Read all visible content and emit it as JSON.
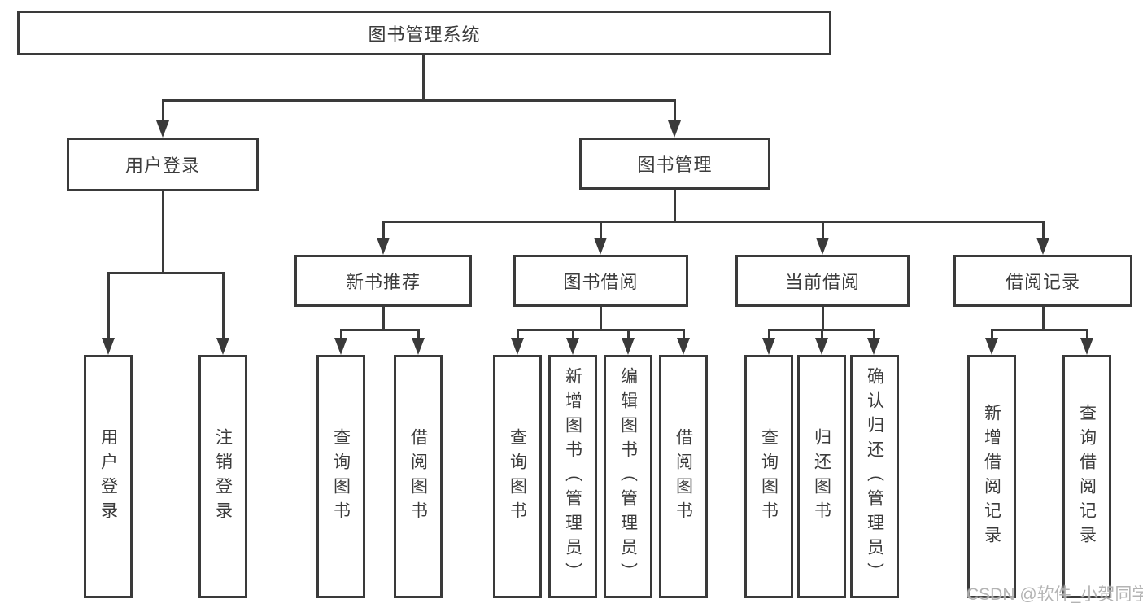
{
  "diagram": {
    "root": {
      "label": "图书管理系统"
    },
    "level2": [
      {
        "id": "user-login",
        "label": "用户登录"
      },
      {
        "id": "book-management",
        "label": "图书管理"
      }
    ],
    "level3": [
      {
        "id": "new-book-recommend",
        "label": "新书推荐"
      },
      {
        "id": "book-borrow",
        "label": "图书借阅"
      },
      {
        "id": "current-borrow",
        "label": "当前借阅"
      },
      {
        "id": "borrow-record",
        "label": "借阅记录"
      }
    ],
    "leaves": [
      {
        "parent": "user-login",
        "label": "用户登录"
      },
      {
        "parent": "user-login",
        "label": "注销登录"
      },
      {
        "parent": "new-book-recommend",
        "label": "查询图书"
      },
      {
        "parent": "new-book-recommend",
        "label": "借阅图书"
      },
      {
        "parent": "book-borrow",
        "label": "查询图书"
      },
      {
        "parent": "book-borrow",
        "label": "新增图书（管理员）"
      },
      {
        "parent": "book-borrow",
        "label": "编辑图书（管理员）"
      },
      {
        "parent": "book-borrow",
        "label": "借阅图书"
      },
      {
        "parent": "current-borrow",
        "label": "查询图书"
      },
      {
        "parent": "current-borrow",
        "label": "归还图书"
      },
      {
        "parent": "current-borrow",
        "label": "确认归还（管理员）"
      },
      {
        "parent": "borrow-record",
        "label": "新增借阅记录"
      },
      {
        "parent": "borrow-record",
        "label": "查询借阅记录"
      }
    ],
    "watermark": "CSDN @软件_小贺同学",
    "colors": {
      "line": "#3a3a3a",
      "text": "#3c3c3c",
      "background": "#ffffff",
      "watermark": "#a8a8a8"
    }
  }
}
